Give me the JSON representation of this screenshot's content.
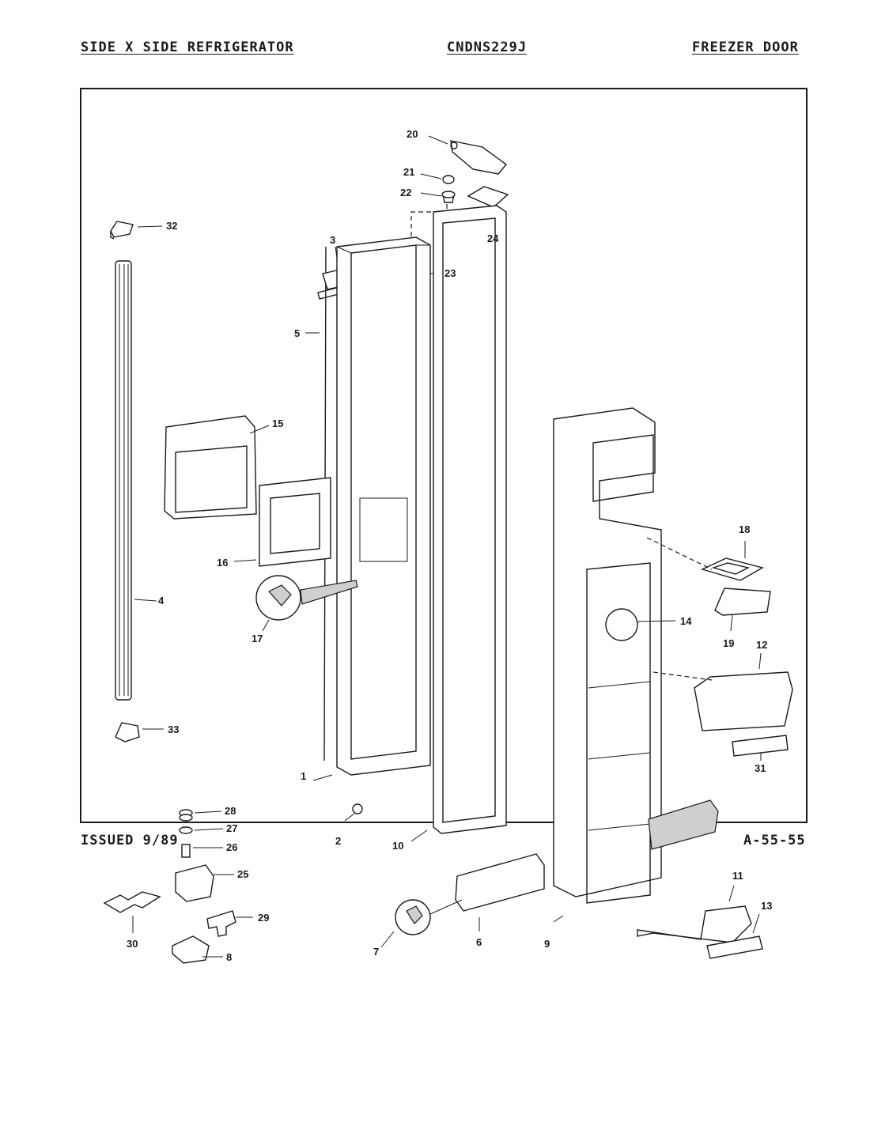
{
  "header": {
    "left": "SIDE X SIDE REFRIGERATOR",
    "center": "CNDNS229J",
    "right": "FREEZER DOOR"
  },
  "footer": {
    "left": "ISSUED 9/89",
    "right": "A-55-55"
  },
  "parts": {
    "p1": "1",
    "p2": "2",
    "p3": "3",
    "p4": "4",
    "p5": "5",
    "p6": "6",
    "p7": "7",
    "p8": "8",
    "p9": "9",
    "p10": "10",
    "p11": "11",
    "p12": "12",
    "p13": "13",
    "p14": "14",
    "p15": "15",
    "p16": "16",
    "p17": "17",
    "p18": "18",
    "p19": "19",
    "p20": "20",
    "p21": "21",
    "p22": "22",
    "p23": "23",
    "p24": "24",
    "p25": "25",
    "p26": "26",
    "p27": "27",
    "p28": "28",
    "p29": "29",
    "p30": "30",
    "p31": "31",
    "p32": "32",
    "p33": "33"
  }
}
